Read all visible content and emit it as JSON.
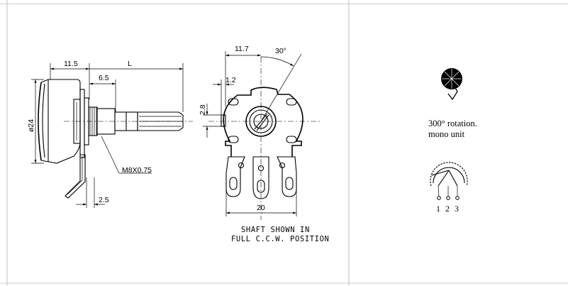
{
  "side_view": {
    "dim_body_depth": "11.5",
    "dim_shaft_length": "L",
    "dim_bushing": "6.5",
    "dim_diameter": "ø24",
    "dim_thread": "M8X0.75",
    "dim_terminal": "2.5"
  },
  "front_view": {
    "dim_offset": "11.7",
    "dim_angle": "30°",
    "dim_tab_width": "1.2",
    "dim_tab_height": "2.8",
    "dim_terminal_span": "20",
    "note_line1": "SHAFT SHOWN IN",
    "note_line2": "FULL C.C.W. POSITION"
  },
  "symbol": {
    "rotation_text": "300° rotation.",
    "unit_text": "mono unit",
    "pin_labels": [
      "1",
      "2",
      "3"
    ]
  }
}
